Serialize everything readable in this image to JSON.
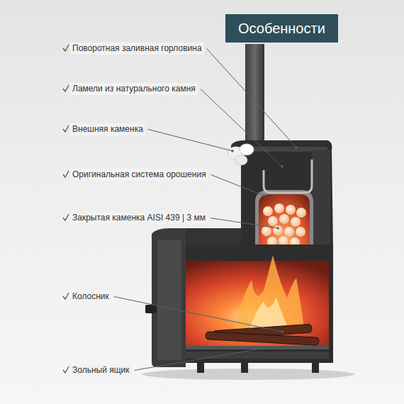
{
  "diagram": {
    "title": "Особенности",
    "labels": [
      "Поворотная заливная горловина",
      "Ламели из натурального камня",
      "Внешняя каменка",
      "Оригинальная система орошения",
      "Закрытая каменка AISI 439 | 3 мм",
      "Колосник",
      "Зольный ящик"
    ]
  }
}
